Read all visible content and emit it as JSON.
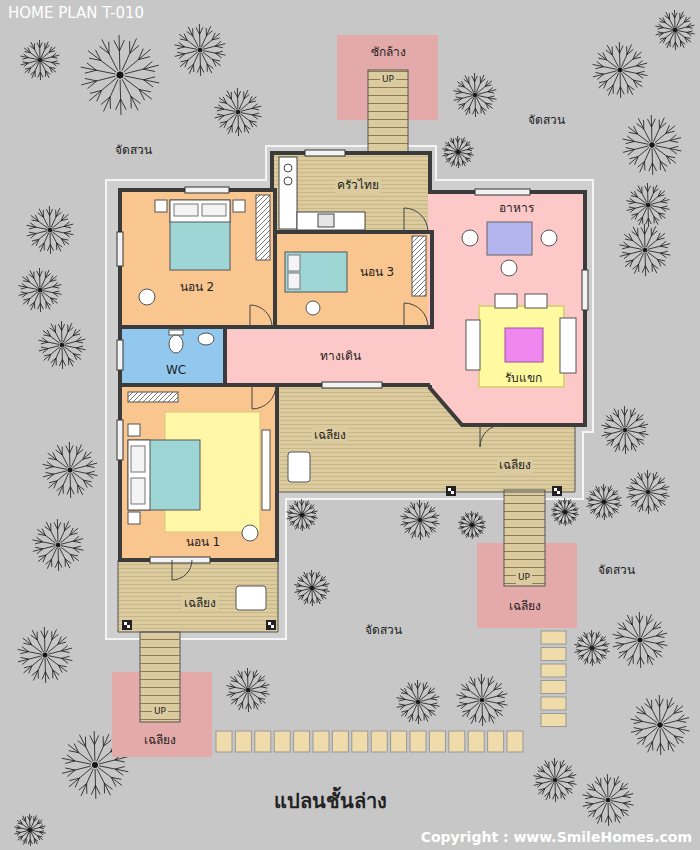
{
  "diagram": {
    "title": "HOME PLAN T-010",
    "caption": "แปลนชั้นล่าง",
    "nodes": [
      {
        "text": [
          "ซักล้าง"
        ]
      },
      {
        "text": [
          "ครัวไทย"
        ]
      },
      {
        "text": [
          "นอน 2"
        ]
      },
      {
        "text": [
          "นอน 3"
        ]
      },
      {
        "text": [
          "อาหาร"
        ]
      },
      {
        "text": [
          "รับแขก"
        ],
        "in": 4
      },
      {
        "text": [
          "WC"
        ]
      },
      {
        "text": [
          "ทางเดิน"
        ]
      },
      {
        "text": [
          "เฉลียง",
          "เฉลียง"
        ]
      },
      {
        "text": [
          "นอน 1"
        ]
      },
      {
        "text": [
          "เฉลียง"
        ]
      },
      {
        "text": [
          "เฉลียง"
        ]
      },
      {
        "text": [
          "เฉลียง"
        ]
      }
    ],
    "labels": [
      "UP",
      "จัดสวน",
      "จัดสวน",
      "จัดสวน",
      "UP",
      "จัดสวน",
      "UP",
      "Copyright : www.SmileHomes.com"
    ]
  }
}
